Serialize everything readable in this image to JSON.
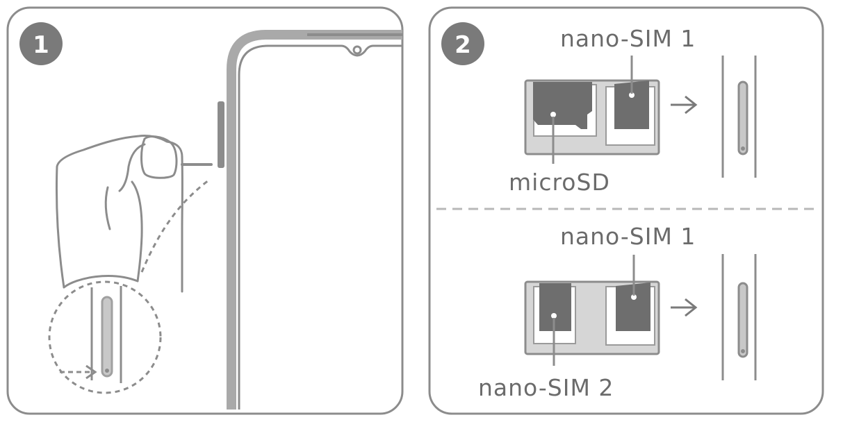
{
  "panel1": {
    "step_number": "1"
  },
  "panel2": {
    "step_number": "2",
    "upper": {
      "label_top": "nano-SIM 1",
      "label_bottom": "microSD"
    },
    "lower": {
      "label_top": "nano-SIM 1",
      "label_bottom": "nano-SIM 2"
    }
  },
  "colors": {
    "outline": "#8c8c8c",
    "badge": "#7a7a7a",
    "card_dark": "#6e6e6e",
    "tray_light": "#c8c8c8",
    "text": "#6b6b6b"
  },
  "icons": [
    "hand-pin-icon",
    "phone-frame-icon",
    "arrow-right-icon",
    "sim-tray-icon"
  ]
}
